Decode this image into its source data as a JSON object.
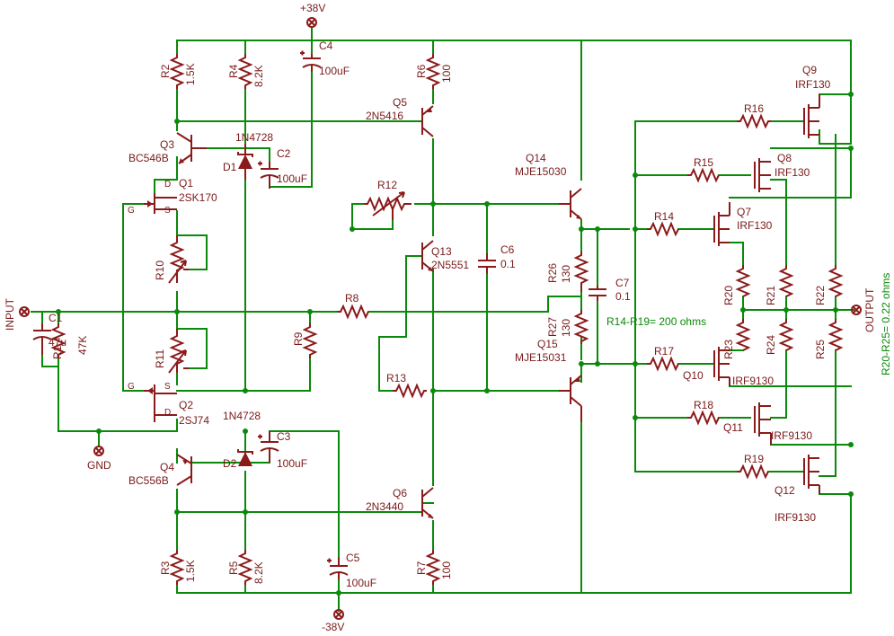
{
  "rails": {
    "pos": "+38V",
    "neg": "-38V"
  },
  "io": {
    "input": "INPUT",
    "gnd": "GND",
    "output": "OUTPUT"
  },
  "notes": {
    "r14_r19": "R14-R19= 200 ohms",
    "r20_r25": "R20-R25= 0.22 ohms"
  },
  "components": {
    "R1": {
      "name": "R1",
      "value": "47K"
    },
    "C1": {
      "name": "C1",
      "value": "47u"
    },
    "R2": {
      "name": "R2",
      "value": "1.5K"
    },
    "R3": {
      "name": "R3",
      "value": "1.5K"
    },
    "R4": {
      "name": "R4",
      "value": "8.2K"
    },
    "R5": {
      "name": "R5",
      "value": "8.2K"
    },
    "R6": {
      "name": "R6",
      "value": "100"
    },
    "R7": {
      "name": "R7",
      "value": "100"
    },
    "R8": {
      "name": "R8"
    },
    "R9": {
      "name": "R9"
    },
    "R10": {
      "name": "R10"
    },
    "R11": {
      "name": "R11"
    },
    "R12": {
      "name": "R12"
    },
    "R13": {
      "name": "R13"
    },
    "R14": {
      "name": "R14"
    },
    "R15": {
      "name": "R15"
    },
    "R16": {
      "name": "R16"
    },
    "R17": {
      "name": "R17"
    },
    "R18": {
      "name": "R18"
    },
    "R19": {
      "name": "R19"
    },
    "R20": {
      "name": "R20"
    },
    "R21": {
      "name": "R21"
    },
    "R22": {
      "name": "R22"
    },
    "R23": {
      "name": "R23"
    },
    "R24": {
      "name": "R24"
    },
    "R25": {
      "name": "R25"
    },
    "R26": {
      "name": "R26",
      "value": "130"
    },
    "R27": {
      "name": "R27",
      "value": "130"
    },
    "C2": {
      "name": "C2",
      "value": "100uF"
    },
    "C3": {
      "name": "C3",
      "value": "100uF"
    },
    "C4": {
      "name": "C4",
      "value": "100uF"
    },
    "C5": {
      "name": "C5",
      "value": "100uF"
    },
    "C6": {
      "name": "C6",
      "value": "0.1"
    },
    "C7": {
      "name": "C7",
      "value": "0.1"
    },
    "D1": {
      "name": "D1",
      "value": "1N4728"
    },
    "D2": {
      "name": "D2",
      "value": "1N4728"
    },
    "Q1": {
      "name": "Q1",
      "value": "2SK170",
      "d": "D",
      "s": "S",
      "g": "G"
    },
    "Q2": {
      "name": "Q2",
      "value": "2SJ74",
      "d": "D",
      "s": "S",
      "g": "G"
    },
    "Q3": {
      "name": "Q3",
      "value": "BC546B"
    },
    "Q4": {
      "name": "Q4",
      "value": "BC556B"
    },
    "Q5": {
      "name": "Q5",
      "value": "2N5416"
    },
    "Q6": {
      "name": "Q6",
      "value": "2N3440"
    },
    "Q7": {
      "name": "Q7",
      "value": "IRF130"
    },
    "Q8": {
      "name": "Q8",
      "value": "IRF130"
    },
    "Q9": {
      "name": "Q9",
      "value": "IRF130"
    },
    "Q10": {
      "name": "Q10",
      "value": "IRF9130"
    },
    "Q11": {
      "name": "Q11",
      "value": "IRF9130"
    },
    "Q12": {
      "name": "Q12",
      "value": "IRF9130"
    },
    "Q13": {
      "name": "Q13",
      "value": "2N5551"
    },
    "Q14": {
      "name": "Q14",
      "value": "MJE15030"
    },
    "Q15": {
      "name": "Q15",
      "value": "MJE15031"
    }
  }
}
